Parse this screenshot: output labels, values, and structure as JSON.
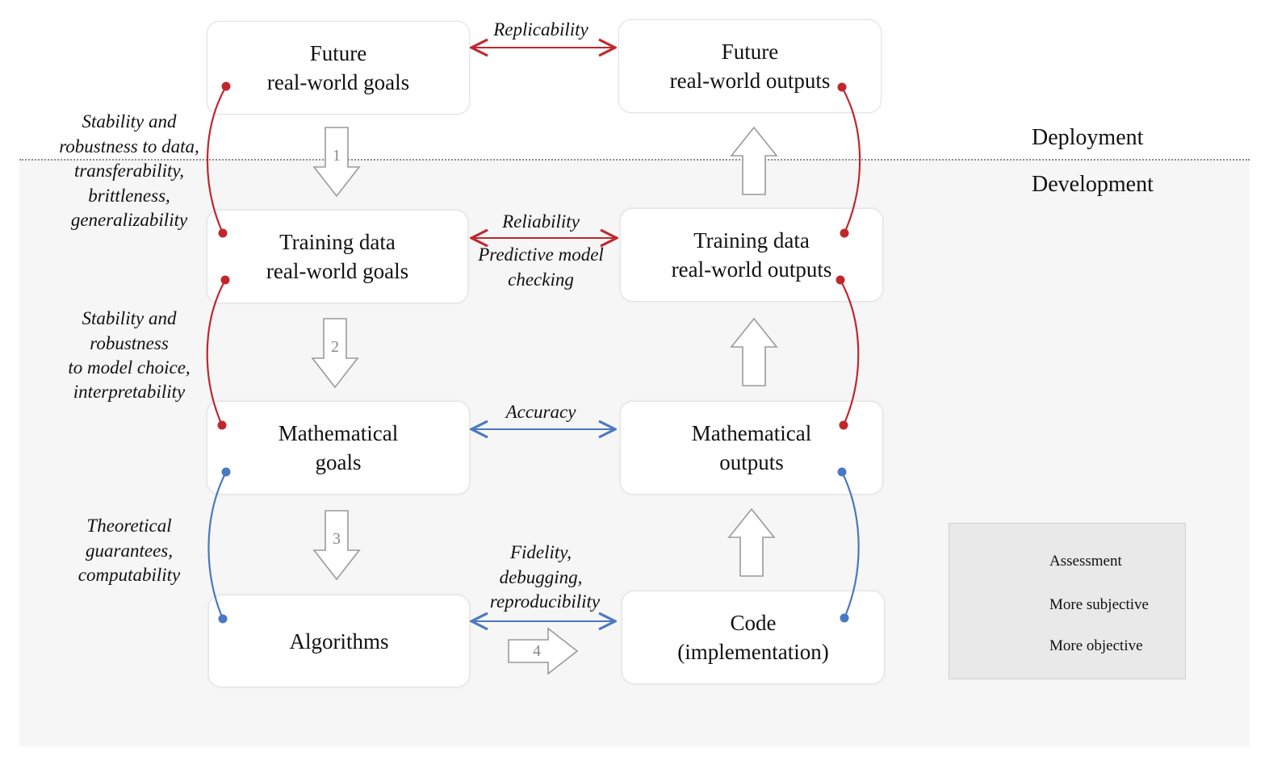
{
  "zones": {
    "deployment": "Deployment",
    "development": "Development"
  },
  "boxes": {
    "future_goals": {
      "line1": "Future",
      "line2": "real-world goals"
    },
    "future_outputs": {
      "line1": "Future",
      "line2": "real-world outputs"
    },
    "training_goals": {
      "line1": "Training data",
      "line2": "real-world goals"
    },
    "training_outputs": {
      "line1": "Training data",
      "line2": "real-world outputs"
    },
    "math_goals": {
      "line1": "Mathematical",
      "line2": "goals"
    },
    "math_outputs": {
      "line1": "Mathematical",
      "line2": "outputs"
    },
    "algorithms": {
      "line1": "Algorithms"
    },
    "code": {
      "line1": "Code",
      "line2": "(implementation)"
    }
  },
  "assessments": {
    "replicability": "Replicability",
    "reliability": "Reliability",
    "predictive_1": "Predictive model",
    "predictive_2": "checking",
    "accuracy": "Accuracy",
    "fidelity_1": "Fidelity,",
    "fidelity_2": "debugging,",
    "fidelity_3": "reproducibility"
  },
  "side_labels": {
    "s1": [
      "Stability and",
      "robustness to data,",
      "transferability,",
      "brittleness,",
      "generalizability"
    ],
    "s2": [
      "Stability and",
      "robustness",
      "to model choice,",
      "interpretability"
    ],
    "s3": [
      "Theoretical",
      "guarantees,",
      "computability"
    ]
  },
  "steps": {
    "one": "1",
    "two": "2",
    "three": "3",
    "four": "4"
  },
  "legend": {
    "assessment": "Assessment",
    "subjective": "More subjective",
    "objective": "More objective"
  },
  "colors": {
    "subjective": "#c0272d",
    "objective": "#4a78c2",
    "assessment": "#111111"
  }
}
